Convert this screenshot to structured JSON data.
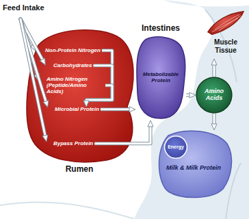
{
  "diagram": {
    "nodes": [
      {
        "text": [
          "Rumen"
        ]
      },
      {
        "text": [
          "Non-Protein Nitrogen"
        ],
        "in": 0
      },
      {
        "text": [
          "Carbohydrates"
        ],
        "in": 0
      },
      {
        "text": [
          "Amino Nitrogen (Peptide/Amino Acids)"
        ],
        "in": 0
      },
      {
        "text": [
          "Microbial Protein"
        ],
        "in": 0
      },
      {
        "text": [
          "Bypass Protein"
        ],
        "in": 0
      },
      {
        "text": [
          "Intestines",
          "Metabolizable Protein"
        ]
      },
      {
        "text": [
          "Amino Acids"
        ]
      },
      {
        "text": [
          "Milk & Milk Protein"
        ]
      },
      {
        "text": [
          "Energy"
        ],
        "in": 8
      },
      {
        "text": [
          "Muscle Tissue"
        ]
      }
    ],
    "edges": [
      {
        "from": 1,
        "to": 4,
        "arrow": "to"
      },
      {
        "from": 2,
        "to": 4,
        "arrow": "to"
      },
      {
        "from": 3,
        "to": 4,
        "arrow": "to"
      },
      {
        "from": 4,
        "to": 6,
        "arrow": "to"
      },
      {
        "from": 5,
        "to": 6,
        "arrow": "to"
      },
      {
        "from": 6,
        "to": 7,
        "arrow": "to"
      },
      {
        "from": 7,
        "to": 10,
        "arrow": "to"
      },
      {
        "from": 7,
        "to": 8,
        "arrow": "to"
      }
    ],
    "labels": [
      "Feed Intake"
    ]
  }
}
